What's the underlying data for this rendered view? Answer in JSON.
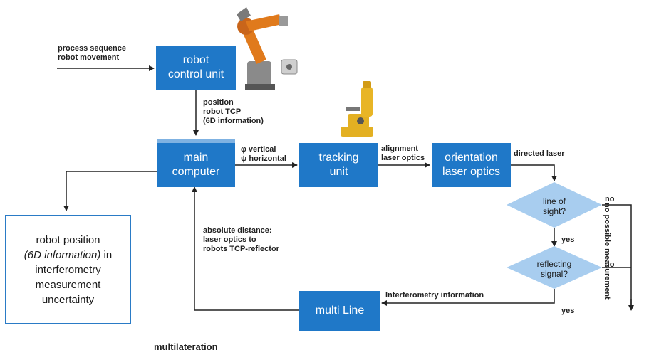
{
  "inputs": {
    "process_line1": "process sequence",
    "process_line2": "robot movement"
  },
  "boxes": {
    "robot_control_line1": "robot",
    "robot_control_line2": "control unit",
    "main_computer_line1": "main",
    "main_computer_line2": "computer",
    "tracking_line1": "tracking",
    "tracking_line2": "unit",
    "orientation_line1": "orientation",
    "orientation_line2": "laser optics",
    "multiline": "multi Line"
  },
  "labels": {
    "position_line1": "position",
    "position_line2": "robot TCP",
    "position_line3": "(6D information)",
    "phi_vertical": "φ vertical",
    "psi_horizontal": "ψ horizontal",
    "alignment_line1": "alignment",
    "alignment_line2": "laser optics",
    "directed_laser": "directed laser",
    "absolute_line1": "absolute distance:",
    "absolute_line2": "laser optics to",
    "absolute_line3": "robots TCP-reflector",
    "interferometry_info": "Interferometry information"
  },
  "decisions": {
    "line_of_sight_line1": "line of",
    "line_of_sight_line2": "sight?",
    "reflecting_line1": "reflecting",
    "reflecting_line2": "signal?",
    "yes1": "yes",
    "yes2": "yes",
    "no1": "no",
    "no2": "no"
  },
  "output": {
    "line1": "robot position",
    "line2_italic": "(6D information)",
    "line2_rest": " in",
    "line3": "interferometry",
    "line4": "measurement",
    "line5": "uncertainty"
  },
  "side_label": "no possible measurement",
  "caption": "multilateration",
  "colors": {
    "box_blue": "#1f78c8",
    "diamond_blue": "#a8cdef",
    "robot_orange": "#e07a1c",
    "tracker_yellow": "#e3b022"
  },
  "icons": [
    "robot-arm-icon",
    "laser-tracker-icon"
  ]
}
